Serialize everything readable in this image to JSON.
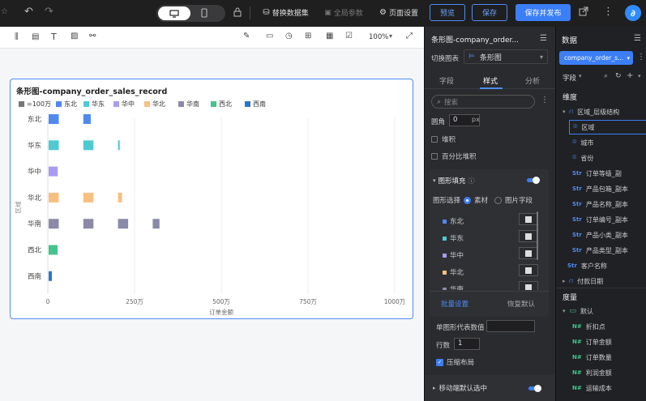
{
  "topbar": {
    "buttons": {
      "replace_dataset": "替换数据集",
      "global_params": "全局参数",
      "page_settings": "页面设置",
      "preview": "预览",
      "save": "保存",
      "save_publish": "保存并发布"
    }
  },
  "toolbar2": {
    "zoom": "100%"
  },
  "chart_card": {
    "title": "条形图-company_order_sales_record",
    "legend": [
      {
        "label": "=100万",
        "color": "#777777"
      },
      {
        "label": "东北",
        "color": "#4e89f0"
      },
      {
        "label": "华东",
        "color": "#4fcad3"
      },
      {
        "label": "华中",
        "color": "#a99cf0"
      },
      {
        "label": "华北",
        "color": "#f9bf80"
      },
      {
        "label": "华南",
        "color": "#8a8aa8"
      },
      {
        "label": "西北",
        "color": "#43c48d"
      },
      {
        "label": "西南",
        "color": "#2b78c8"
      }
    ]
  },
  "chart_data": {
    "type": "bar",
    "orientation": "horizontal",
    "title": "条形图-company_order_sales_record",
    "categories": [
      "东北",
      "华东",
      "华中",
      "华北",
      "华南",
      "西北",
      "西南"
    ],
    "values": [
      173,
      217,
      90,
      240,
      367,
      88,
      32
    ],
    "unit_per_icon": 100,
    "xlabel": "订单金额",
    "ylabel": "区域",
    "xlim": [
      0,
      1000
    ],
    "xticks": [
      "0",
      "250万",
      "500万",
      "750万",
      "1000万"
    ],
    "colors": [
      "#4e89f0",
      "#4fcad3",
      "#a99cf0",
      "#f9bf80",
      "#8a8aa8",
      "#43c48d",
      "#2b78c8"
    ]
  },
  "panel": {
    "title": "条形图-company_order...",
    "switch_label": "切换图表",
    "chart_type": "条形图",
    "tabs": [
      "字段",
      "样式",
      "分析"
    ],
    "active_tab": 1,
    "search_placeholder": "搜索",
    "corner_label": "圆角",
    "corner_value": "0",
    "corner_unit": "px",
    "stack_label": "堆积",
    "percent_stack_label": "百分比堆积",
    "fill_section": "图形填充",
    "shape_choice_label": "图形选择",
    "opt_material": "素材",
    "opt_image_field": "图片字段",
    "regions": [
      {
        "name": "东北",
        "color": "#4e89f0"
      },
      {
        "name": "华东",
        "color": "#4fcad3"
      },
      {
        "name": "华中",
        "color": "#a99cf0"
      },
      {
        "name": "华北",
        "color": "#f9bf80"
      },
      {
        "name": "华南",
        "color": "#8a8aa8"
      }
    ],
    "batch_settings": "批量设置",
    "restore_default": "恢复默认",
    "single_value_label": "单图形代表数值",
    "rows_label": "行数",
    "rows_value": "1",
    "compress_label": "压缩布局",
    "mobile_label": "移动端默认选中"
  },
  "datapanel": {
    "title": "数据",
    "dataset": "company_order_s...",
    "fields_label": "字段",
    "dim_header": "维度",
    "dims": [
      {
        "label": "区域_层级结构",
        "kind": "group"
      },
      {
        "label": "区域",
        "kind": "geo",
        "selected": true
      },
      {
        "label": "城市",
        "kind": "geo"
      },
      {
        "label": "省份",
        "kind": "geo"
      },
      {
        "label": "订单等级_副",
        "kind": "str"
      },
      {
        "label": "产品包箱_副本",
        "kind": "str"
      },
      {
        "label": "产品名称_副本",
        "kind": "str"
      },
      {
        "label": "订单编号_副本",
        "kind": "str"
      },
      {
        "label": "产品小类_副本",
        "kind": "str"
      },
      {
        "label": "产品类型_副本",
        "kind": "str"
      },
      {
        "label": "客户名称",
        "kind": "str"
      },
      {
        "label": "付款日期",
        "kind": "group"
      }
    ],
    "measure_header": "度量",
    "measure_group": "默认",
    "measures": [
      "折扣点",
      "订单金额",
      "订单数量",
      "利润金额",
      "运输成本"
    ]
  }
}
